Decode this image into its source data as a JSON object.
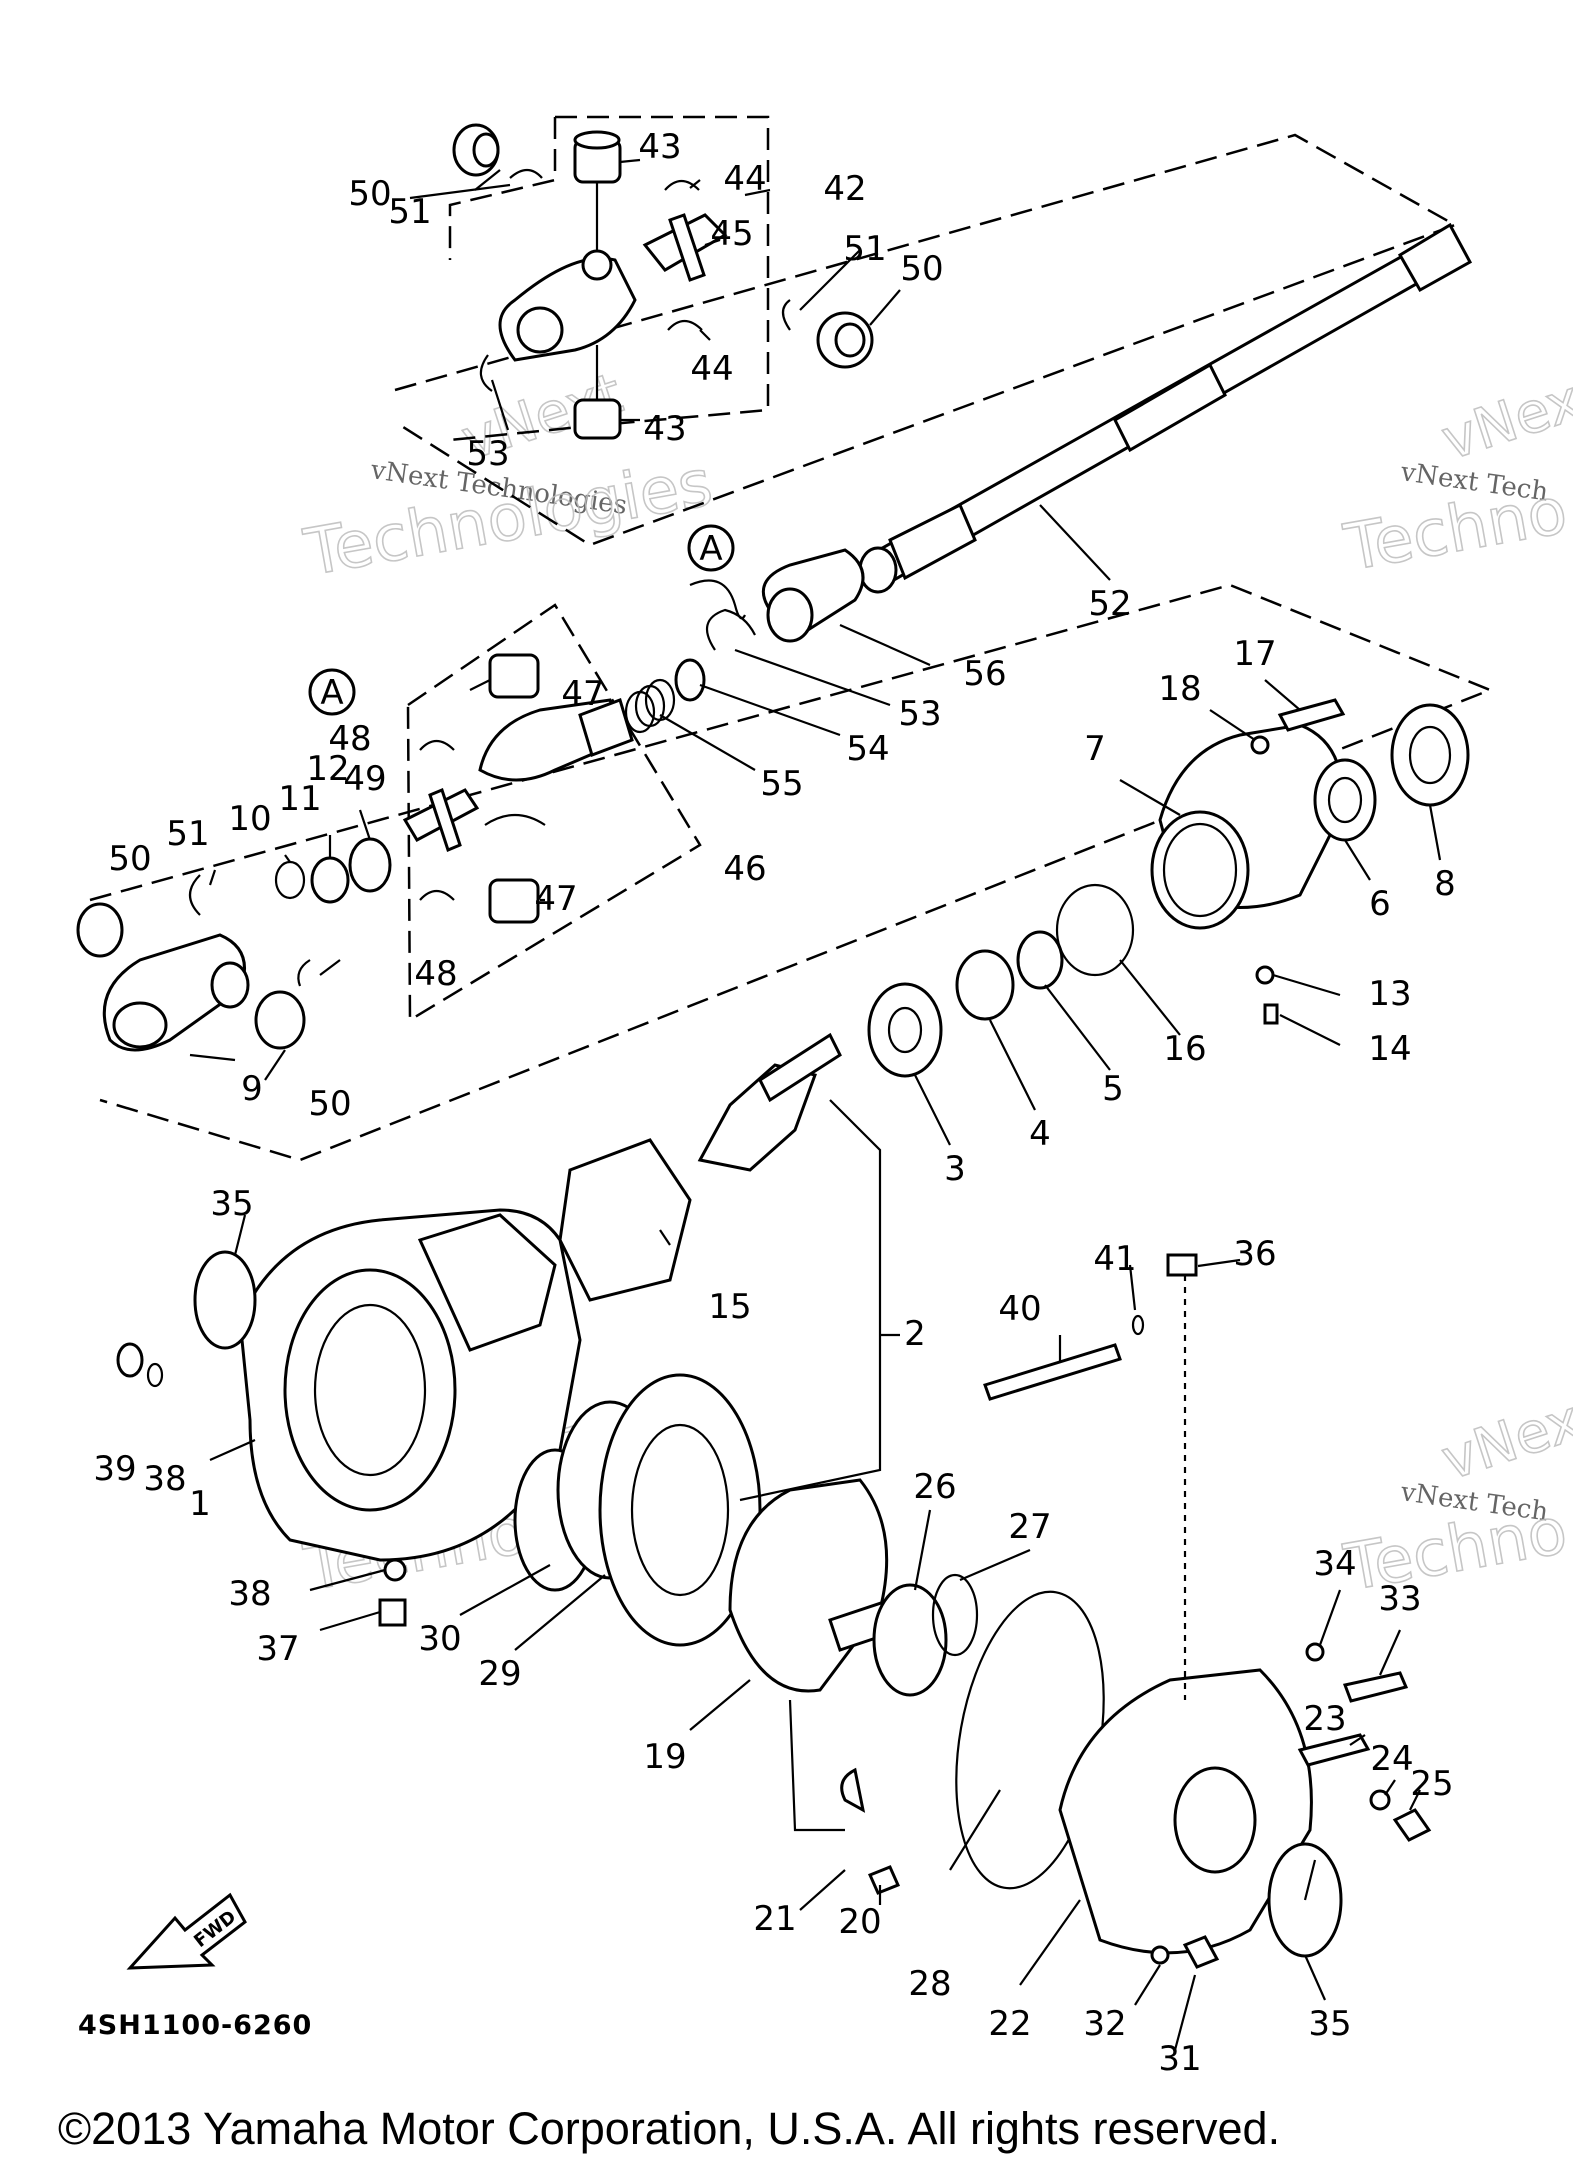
{
  "watermark": {
    "line1": "vNext Technologies",
    "line2": "vNext",
    "line3": "Technologies",
    "right1": "vNext Tech",
    "right2": "Techno",
    "right3": "vNex"
  },
  "section_markers": [
    "A",
    "A"
  ],
  "callouts": [
    "1",
    "2",
    "3",
    "4",
    "5",
    "6",
    "7",
    "8",
    "9",
    "10",
    "11",
    "12",
    "13",
    "14",
    "15",
    "16",
    "17",
    "18",
    "19",
    "20",
    "21",
    "22",
    "23",
    "24",
    "25",
    "26",
    "27",
    "28",
    "29",
    "30",
    "31",
    "32",
    "33",
    "34",
    "35",
    "35",
    "36",
    "37",
    "38",
    "38",
    "39",
    "40",
    "41",
    "42",
    "43",
    "43",
    "44",
    "44",
    "45",
    "46",
    "47",
    "47",
    "48",
    "48",
    "49",
    "50",
    "50",
    "50",
    "50",
    "51",
    "51",
    "51",
    "52",
    "53",
    "53",
    "54",
    "55",
    "56"
  ],
  "fwd_label": "FWD",
  "diagram_code": "4SH1100-6260",
  "copyright": "©2013 Yamaha Motor Corporation, U.S.A. All rights reserved."
}
